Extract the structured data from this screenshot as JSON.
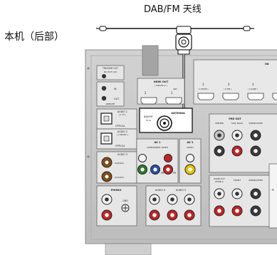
{
  "labels": {
    "antenna": "DAB/FM 天线",
    "unit_rear": "本机（后部）"
  },
  "panel": {
    "trigger_out": "TRIGGER OUT",
    "trigger_out_sub": "DC OUT 12V",
    "remote": "REMOTE",
    "remote_in": "IN",
    "remote_out": "OUT",
    "hdmi_out": "HDMI OUT",
    "hdmi_out_sub": "( HDCP2.2 )",
    "hdmi_1": "1",
    "hdmi_2": "2",
    "arc": "ARC",
    "hdmi_in_1": "1",
    "hdmi_in_1_sub": "( 1 MOVIE )",
    "hdmi_in_2": "2",
    "hdmi_in_2_sub": "( 2 STB )",
    "hdmi_in_3": "3",
    "hdmi_in_3_sub": "( 3 GAME )",
    "hdmi_edge": "HD",
    "audio1": "AUDIO 1",
    "audio1_sub": "( 1 TV )",
    "audio2": "AUDIO 2",
    "audio2_sub": "( 2 MUSIC )",
    "optical": "OPTICAL",
    "optical2": "OPTICAL",
    "audio3": "AUDIO 3",
    "coaxial": "COAXIAL",
    "coaxial2": "COAXIAL",
    "antenna": "ANTENNA",
    "dab_fm": "DAB/FM",
    "ohm": "75 Ω",
    "av1": "AV 1",
    "av2": "AV 2",
    "component_video": "COMPONENT VIDEO",
    "video": "VIDEO",
    "y": "Y",
    "pb": "PB",
    "pr": "PR",
    "phono": "PHONO",
    "gnd": "GND",
    "audio4": "AUDIO 4",
    "audio5": "AUDIO 5",
    "pre_out": "PRE OUT",
    "center": "CENTER",
    "sur_back": "SUR. BACK",
    "subwoofer": "SUBWOOFER",
    "zone_out": "ZONE OUT",
    "zone2": "ZONE 2",
    "front": "FRONT",
    "subwoofer2": "SUBWOOFER"
  }
}
